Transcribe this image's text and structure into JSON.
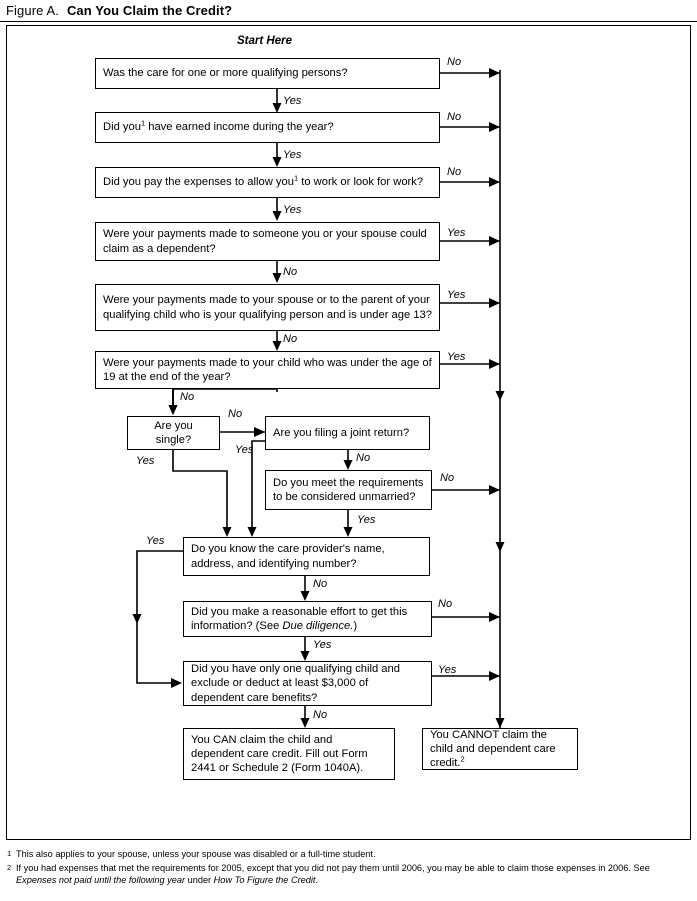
{
  "figure": {
    "label": "Figure A.",
    "title": "Can You Claim the Credit?",
    "start_label": "Start Here"
  },
  "nodes": {
    "q1": "Was the care for one or more qualifying persons?",
    "q2_a": "Did you",
    "q2_sup": "1",
    "q2_b": " have earned income during the year?",
    "q3_a": "Did you pay the expenses to allow you",
    "q3_sup": "1",
    "q3_b": " to work or look for work?",
    "q4": "Were your payments made to someone you or your spouse could claim as a dependent?",
    "q5": "Were your payments made to your spouse or to the parent of your qualifying child who is your qualifying person and is under age 13?",
    "q6": "Were your payments made to your child who was under the age of 19 at the end of the year?",
    "q7": "Are you single?",
    "q8": "Are you filing a joint return?",
    "q9": "Do you meet the requirements to be considered unmarried?",
    "q10": "Do you know the care provider's name, address, and identifying number?",
    "q11_a": "Did you make a reasonable effort to get this information? (See ",
    "q11_em": "Due diligence.",
    "q11_b": ")",
    "q12": "Did you have only one qualifying child and exclude or deduct at least $3,000 of dependent care benefits?",
    "result_can": "You CAN claim the child and dependent care credit. Fill out Form 2441 or Schedule 2 (Form 1040A).",
    "result_cannot_a": "You CANNOT claim the child and dependent care credit.",
    "result_cannot_sup": "2"
  },
  "edges": {
    "no": "No",
    "yes": "Yes"
  },
  "edge_labels": [
    {
      "id": "e1-no",
      "text": "No"
    },
    {
      "id": "e1-yes",
      "text": "Yes"
    },
    {
      "id": "e2-no",
      "text": "No"
    },
    {
      "id": "e2-yes",
      "text": "Yes"
    },
    {
      "id": "e3-no",
      "text": "No"
    },
    {
      "id": "e3-yes",
      "text": "Yes"
    },
    {
      "id": "e4-yes",
      "text": "Yes"
    },
    {
      "id": "e4-no",
      "text": "No"
    },
    {
      "id": "e5-yes",
      "text": "Yes"
    },
    {
      "id": "e5-no",
      "text": "No"
    },
    {
      "id": "e6-yes",
      "text": "Yes"
    },
    {
      "id": "e6-no",
      "text": "No"
    },
    {
      "id": "e7-no",
      "text": "No"
    },
    {
      "id": "e7-yes",
      "text": "Yes"
    },
    {
      "id": "e8-no",
      "text": "No"
    },
    {
      "id": "e8-yes",
      "text": "Yes"
    },
    {
      "id": "e9-no",
      "text": "No"
    },
    {
      "id": "e9-yes",
      "text": "Yes"
    },
    {
      "id": "e10-yes",
      "text": "Yes"
    },
    {
      "id": "e10-no",
      "text": "No"
    },
    {
      "id": "e11-no",
      "text": "No"
    },
    {
      "id": "e11-yes",
      "text": "Yes"
    },
    {
      "id": "e12-yes",
      "text": "Yes"
    },
    {
      "id": "e12-no",
      "text": "No"
    }
  ],
  "footnotes": [
    {
      "marker": "1",
      "text": "This also applies to your spouse, unless your spouse was disabled or a full-time student."
    },
    {
      "marker": "2",
      "text_before": "If you had expenses that met the requirements for 2005, except that you did not pay them until 2006, you may be able to claim those expenses in 2006. See ",
      "italic_1": "Expenses not paid until the following year",
      "text_middle": " under ",
      "italic_2": "How To Figure the Credit",
      "text_after": "."
    }
  ],
  "colors": {
    "ink": "#000000",
    "paper": "#ffffff"
  }
}
